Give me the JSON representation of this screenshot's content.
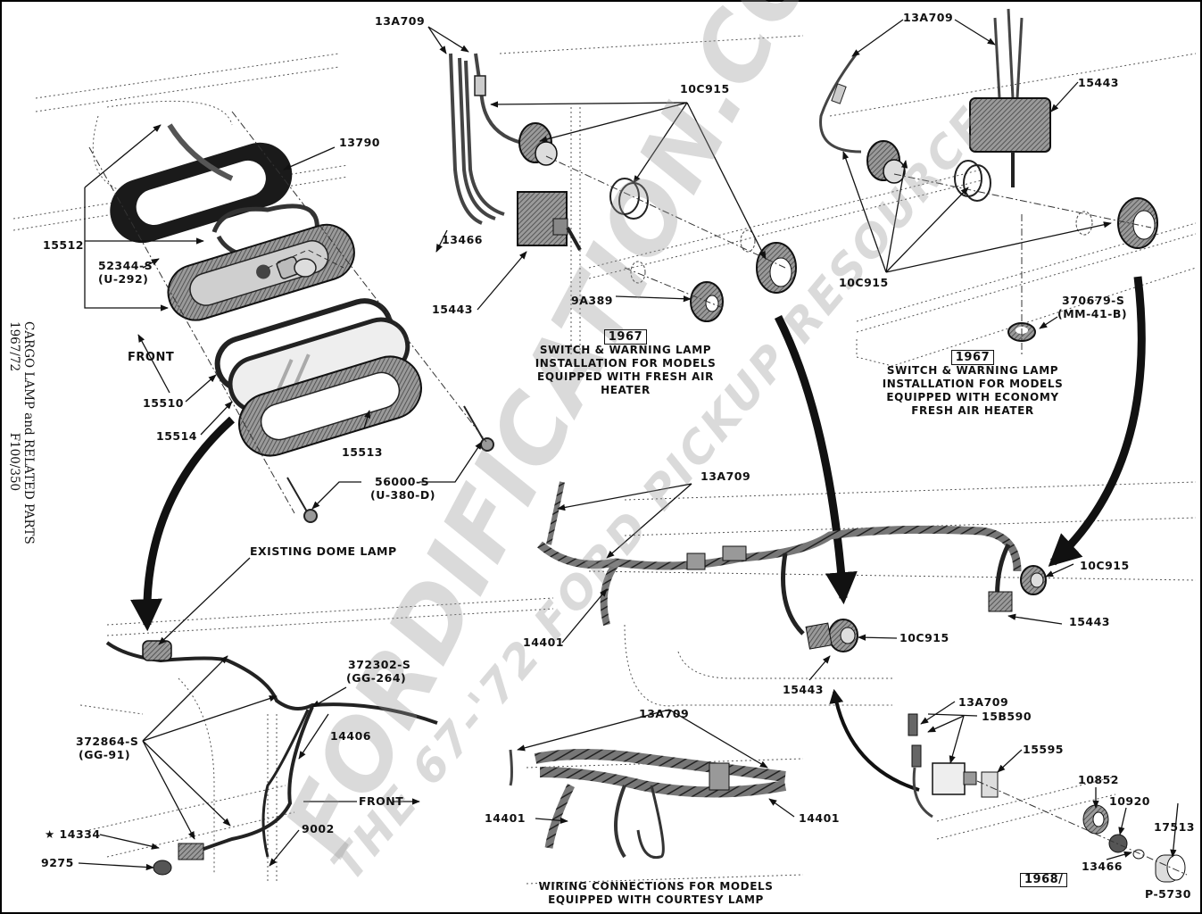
{
  "side_title": {
    "line1": "CARGO LAMP and RELATED PARTS",
    "line2_left": "1967/72",
    "line2_right": "F100/350"
  },
  "watermark": {
    "main": "FORDIFICATION.COM",
    "sub": "THE 67-'72 FORD PICKUP RESOURCE"
  },
  "cargo_lamp": {
    "parts": {
      "p13790": "13790",
      "p15512": "15512",
      "p52344": "52344-S",
      "p52344_code": "(U-292)",
      "p13466": "13466",
      "p15443": "15443",
      "p15510": "15510",
      "p15514": "15514",
      "p15513": "15513",
      "p56000": "56000-S",
      "p56000_code": "(U-380-D)"
    },
    "front_label": "FRONT"
  },
  "fresh_air_1967": {
    "parts": {
      "p13A709": "13A709",
      "p10C915": "10C915",
      "p9A389": "9A389"
    },
    "year_box": "1967",
    "caption": [
      "SWITCH & WARNING LAMP",
      "INSTALLATION FOR MODELS",
      "EQUIPPED WITH FRESH AIR",
      "HEATER"
    ]
  },
  "economy_1967": {
    "parts": {
      "p13A709": "13A709",
      "p15443": "15443",
      "p10C915": "10C915",
      "p370679": "370679-S",
      "p370679_code": "(MM-41-B)"
    },
    "year_box": "1967",
    "caption": [
      "SWITCH & WARNING LAMP",
      "INSTALLATION FOR MODELS",
      "EQUIPPED WITH ECONOMY",
      "FRESH AIR HEATER"
    ]
  },
  "dome_lamp": {
    "existing_label": "EXISTING DOME LAMP",
    "parts": {
      "p372302": "372302-S",
      "p372302_code": "(GG-264)",
      "p14406": "14406",
      "p372864": "372864-S",
      "p372864_code": "(GG-91)",
      "p14334": "★ 14334",
      "p9275": "9275",
      "p9002": "9002"
    },
    "front_label": "FRONT"
  },
  "harness": {
    "parts": {
      "p13A709": "13A709",
      "p14401": "14401",
      "p10C915_a": "10C915",
      "p15443_a": "15443",
      "p10C915_b": "10C915",
      "p15443_b": "15443"
    }
  },
  "courtesy_lamp": {
    "parts": {
      "p13A709": "13A709",
      "p14401_left": "14401",
      "p14401_right": "14401"
    },
    "caption": [
      "WIRING CONNECTIONS FOR MODELS",
      "EQUIPPED WITH COURTESY LAMP"
    ]
  },
  "switch_1968": {
    "parts": {
      "p13A709": "13A709",
      "p15B590": "15B590",
      "p15595": "15595",
      "p10852": "10852",
      "p10920": "10920",
      "p17513": "17513",
      "p13466": "13466"
    },
    "year_box": "1968/",
    "figure_no": "P-5730"
  }
}
